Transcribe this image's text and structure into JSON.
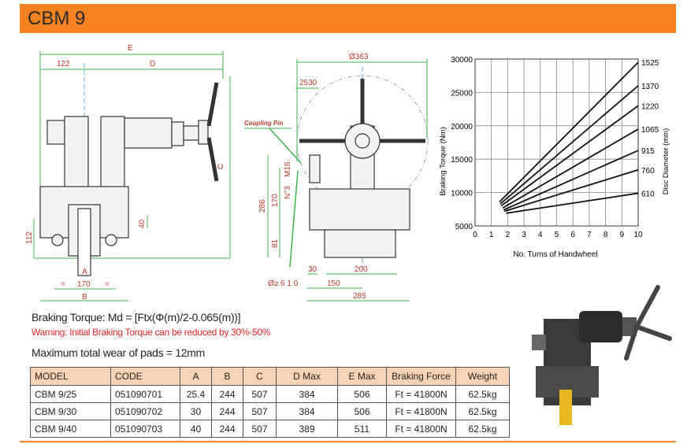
{
  "header": {
    "title": "CBM 9"
  },
  "side_view": {
    "E": "E",
    "dim_122": "122",
    "D": "D",
    "C": "C",
    "dim_40": "40",
    "dim_112": "112",
    "A": "A",
    "eq_left": "=",
    "dim_170": "170",
    "eq_right": "=",
    "B": "B"
  },
  "front_view": {
    "dia_363": "Ø363",
    "dim_2530": "2530",
    "coupling_pin": "Coupling Pin",
    "M16": "M16",
    "N3": "N°3",
    "dim_286": "286",
    "dim_170": "170",
    "dim_81": "81",
    "dim_30": "30",
    "dim_200": "200",
    "disc_min": "Ø≥ 6 1 0",
    "dim_150": "150",
    "dim_285": "285"
  },
  "notes": {
    "formula": "Braking Torque: Md = [Ftx(Φ(m)/2-0.065(m))]",
    "warning": "Warning: Initial Braking Torque can be reduced by 30%-50%",
    "wear": "Maximum total wear of pads = 12mm"
  },
  "table": {
    "headers": [
      "MODEL",
      "CODE",
      "A",
      "B",
      "C",
      "D Max",
      "E Max",
      "Braking Force",
      "Weight"
    ],
    "rows": [
      [
        "CBM 9/25",
        "051090701",
        "25.4",
        "244",
        "507",
        "384",
        "506",
        "Ft = 41800N",
        "62.5kg"
      ],
      [
        "CBM 9/30",
        "051090702",
        "30",
        "244",
        "507",
        "384",
        "506",
        "Ft = 41800N",
        "62.5kg"
      ],
      [
        "CBM 9/40",
        "051090703",
        "40",
        "244",
        "507",
        "389",
        "511",
        "Ft = 41800N",
        "62.5kg"
      ]
    ]
  },
  "colors": {
    "accent": "#f58220",
    "header_cell": "#f9d3b5",
    "warning": "#e3242b",
    "dimension": "#3cb44b",
    "dimension_text": "#c0392b"
  },
  "chart_data": {
    "type": "line",
    "xlabel": "No. Turns of Handwheel",
    "ylabel": "Braking Torque (Nm)",
    "y2label": "Disc Diameter (mm)",
    "xlim": [
      0,
      10
    ],
    "ylim": [
      5000,
      30000
    ],
    "xticks": [
      "0",
      "1",
      "2",
      "3",
      "4",
      "5",
      "6",
      "7",
      "8",
      "9",
      "10"
    ],
    "yticks": [
      "5000",
      "10000",
      "15000",
      "20000",
      "25000",
      "30000"
    ],
    "grid": true,
    "series": [
      {
        "name": "1525",
        "x": [
          1.5,
          10
        ],
        "y": [
          8600,
          29500
        ]
      },
      {
        "name": "1370",
        "x": [
          1.55,
          10
        ],
        "y": [
          8300,
          26000
        ]
      },
      {
        "name": "1220",
        "x": [
          1.6,
          10
        ],
        "y": [
          8000,
          23000
        ]
      },
      {
        "name": "1065",
        "x": [
          1.7,
          10
        ],
        "y": [
          7700,
          19500
        ]
      },
      {
        "name": "915",
        "x": [
          1.75,
          10
        ],
        "y": [
          7400,
          16300
        ]
      },
      {
        "name": "760",
        "x": [
          1.8,
          10
        ],
        "y": [
          7200,
          13400
        ]
      },
      {
        "name": "610",
        "x": [
          1.9,
          10
        ],
        "y": [
          6900,
          9900
        ]
      }
    ]
  }
}
